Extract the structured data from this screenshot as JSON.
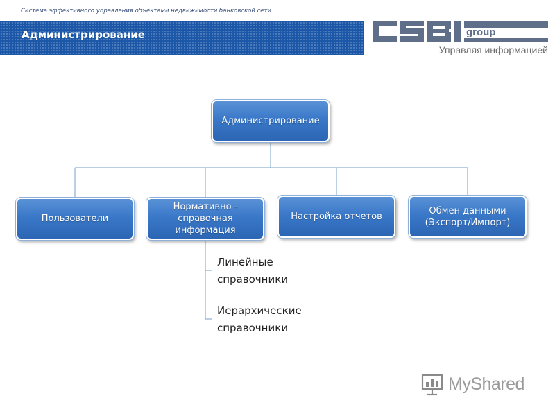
{
  "header": {
    "subtitle": "Система эффективного управления объектами недвижимости банковской сети",
    "title": "Администрирование",
    "accent_color": "#1c57a8"
  },
  "logo": {
    "text": "CSBI",
    "suffix": "group",
    "color": "#5f6f89",
    "tagline": "Управляя информацией"
  },
  "diagram": {
    "root": "Администрирование",
    "children": [
      "Пользователи",
      "Нормативно - справочная информация",
      "Настройка отчетов",
      "Обмен данными (Экспорт/Импорт)"
    ],
    "sub_items": [
      "Линейные справочники",
      "Иерархические справочники"
    ],
    "node_color": "#3a78c8",
    "connector_color": "#8fb0d0"
  },
  "watermark": {
    "text": "MyShared",
    "icon": "presentation-board-icon"
  }
}
